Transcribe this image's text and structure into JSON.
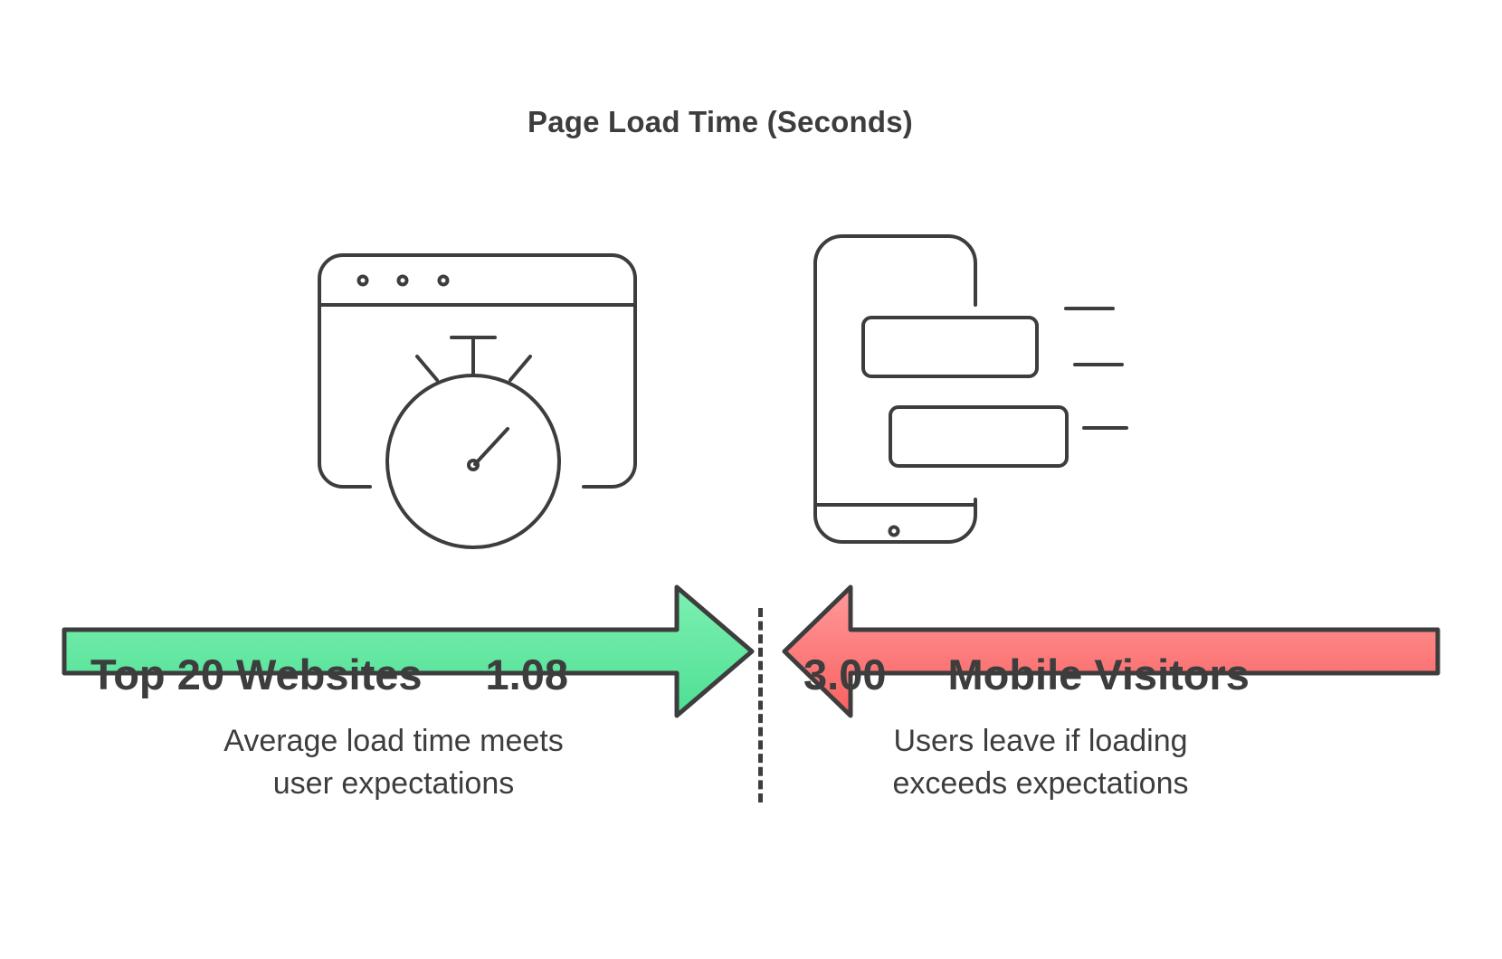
{
  "title": "Page Load Time (Seconds)",
  "colors": {
    "green_light": "#7DF0B2",
    "green": "#58E49A",
    "red_light": "#FF9090",
    "red": "#F96A6A",
    "stroke": "#3d3d3d",
    "text": "#3d3d3d",
    "background": "#ffffff"
  },
  "left": {
    "icon": "browser-stopwatch-icon",
    "label": "Top 20 Websites",
    "value": "1.08",
    "caption": "Average load time meets\nuser expectations",
    "direction": "right",
    "color": "#58E49A"
  },
  "right": {
    "icon": "mobile-phone-speed-icon",
    "label": "Mobile Visitors",
    "value": "3.00",
    "caption": "Users leave if loading\nexceeds expectations",
    "direction": "left",
    "color": "#F96A6A"
  },
  "divider": {
    "style": "dashed",
    "color": "#3d3d3d"
  },
  "chart_data": {
    "type": "bar",
    "title": "Page Load Time (Seconds)",
    "xlabel": "",
    "ylabel": "Seconds",
    "categories": [
      "Top 20 Websites",
      "Mobile Visitors"
    ],
    "values": [
      1.08,
      3.0
    ],
    "value_labels": [
      "1.08",
      "3.00"
    ],
    "colors": [
      "#58E49A",
      "#F96A6A"
    ],
    "annotations": [
      "Average load time meets user expectations",
      "Users leave if loading exceeds expectations"
    ],
    "grid": false,
    "legend": "none",
    "orientation": "horizontal-opposed-arrows"
  }
}
